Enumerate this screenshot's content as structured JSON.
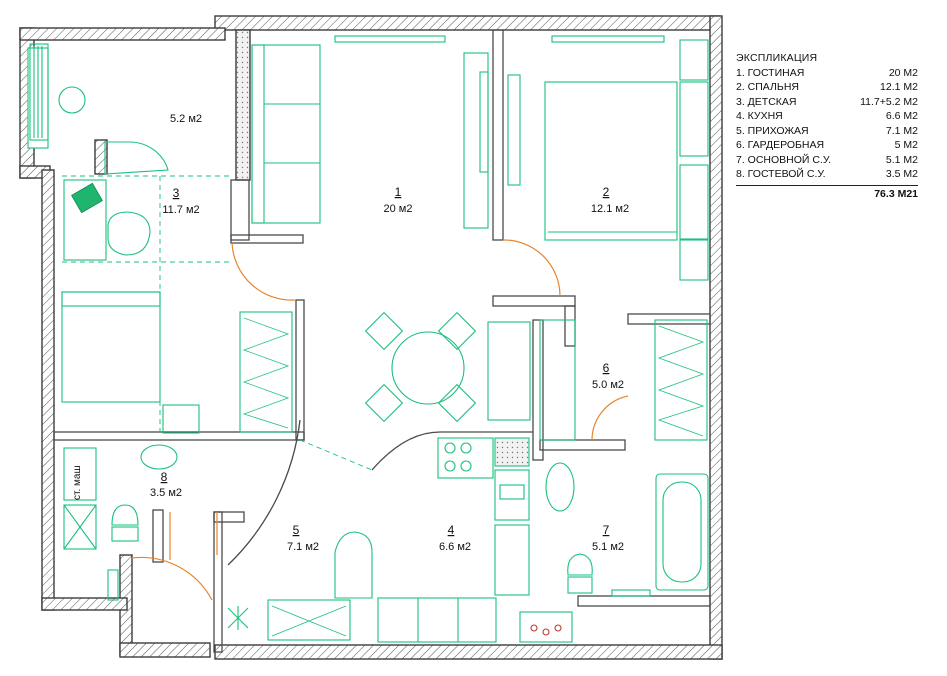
{
  "plan": {
    "rooms": [
      {
        "number": "1",
        "area": "20 м2"
      },
      {
        "number": "2",
        "area": "12.1 м2"
      },
      {
        "number": "3",
        "area": "11.7 м2"
      },
      {
        "number": "4",
        "area": "6.6 м2"
      },
      {
        "number": "5",
        "area": "7.1 м2"
      },
      {
        "number": "6",
        "area": "5.0 м2"
      },
      {
        "number": "7",
        "area": "5.1 м2"
      },
      {
        "number": "8",
        "area": "3.5 м2"
      }
    ],
    "balcony_area": "5.2 м2",
    "washing_machine_label": "ст. маш"
  },
  "legend": {
    "title": "ЭКСПЛИКАЦИЯ",
    "items": [
      {
        "name": "1. ГОСТИНАЯ",
        "area": "20 М2"
      },
      {
        "name": "2. СПАЛЬНЯ",
        "area": "12.1 М2"
      },
      {
        "name": "3. ДЕТСКАЯ",
        "area": "11.7+5.2 М2"
      },
      {
        "name": "4. КУХНЯ",
        "area": "6.6 М2"
      },
      {
        "name": "5. ПРИХОЖАЯ",
        "area": "7.1 М2"
      },
      {
        "name": "6. ГАРДЕРОБНАЯ",
        "area": "5 М2"
      },
      {
        "name": "7. ОСНОВНОЙ С.У.",
        "area": "5.1 М2"
      },
      {
        "name": "8. ГОСТЕВОЙ С.У.",
        "area": "3.5 М2"
      }
    ],
    "total": "76.3 М21"
  },
  "colors": {
    "furniture": "#19c17c",
    "door_swing": "#e8852c",
    "wall_outline": "#3c3c3c"
  }
}
